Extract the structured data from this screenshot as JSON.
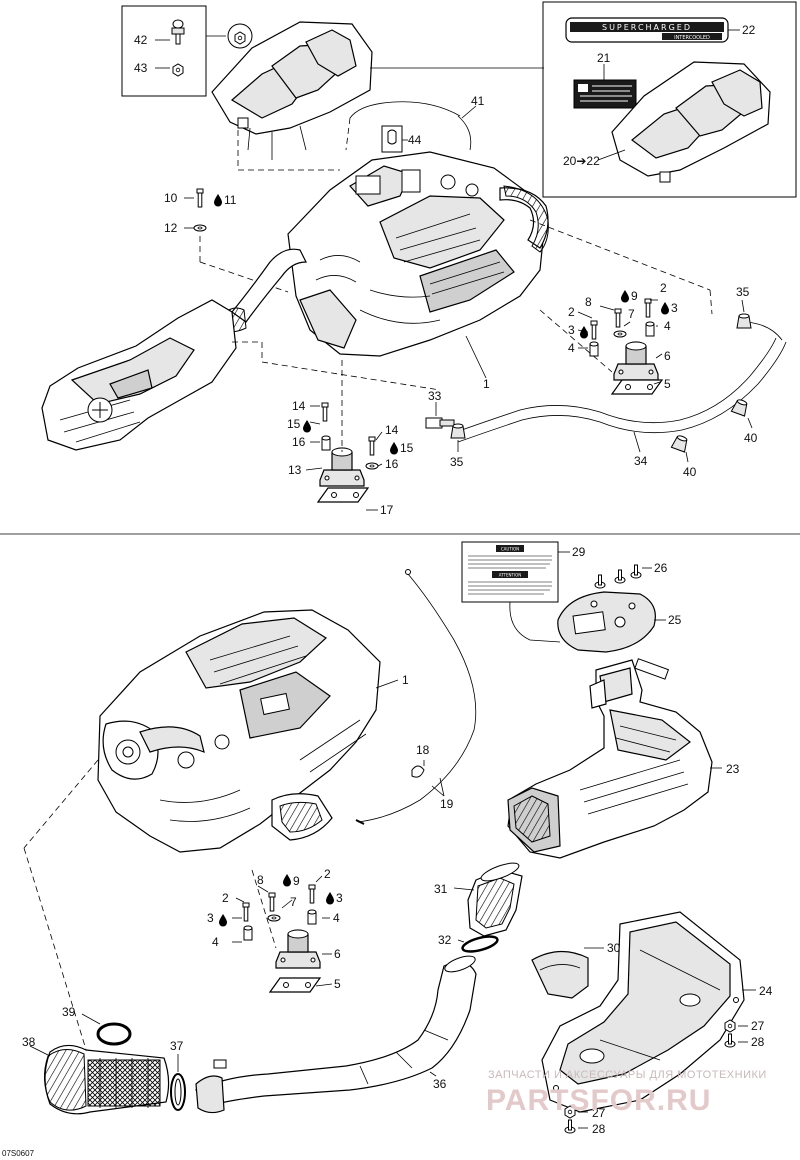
{
  "diagram_code": "07S0607",
  "callouts": {
    "c1a": "1",
    "c1b": "1",
    "c2a": "2",
    "c2b": "2",
    "c2c": "2",
    "c2d": "2",
    "c3a": "3",
    "c3b": "3",
    "c3c": "3",
    "c3d": "3",
    "c4a": "4",
    "c4b": "4",
    "c4c": "4",
    "c4d": "4",
    "c5a": "5",
    "c5b": "5",
    "c6a": "6",
    "c6b": "6",
    "c7a": "7",
    "c7b": "7",
    "c8a": "8",
    "c8b": "8",
    "c9a": "9",
    "c9b": "9",
    "c10": "10",
    "c11": "11",
    "c12": "12",
    "c13": "13",
    "c14a": "14",
    "c14b": "14",
    "c15a": "15",
    "c15b": "15",
    "c16a": "16",
    "c16b": "16",
    "c17": "17",
    "c18": "18",
    "c19": "19",
    "c20_22": "20➔22",
    "c21": "21",
    "c22": "22",
    "c23": "23",
    "c24": "24",
    "c25": "25",
    "c26": "26",
    "c27a": "27",
    "c27b": "27",
    "c28a": "28",
    "c28b": "28",
    "c29": "29",
    "c30": "30",
    "c31": "31",
    "c32": "32",
    "c33": "33",
    "c34": "34",
    "c35a": "35",
    "c35b": "35",
    "c36": "36",
    "c37": "37",
    "c38": "38",
    "c39": "39",
    "c40a": "40",
    "c40b": "40",
    "c41": "41",
    "c42": "42",
    "c43": "43",
    "c44": "44"
  },
  "decal_text": {
    "supercharged": "SUPERCHARGED",
    "intercooled": "INTERCOOLED",
    "caution_title": "CAUTION",
    "attention_title": "ATTENTION"
  },
  "watermark": {
    "top_line": "ЗАПЧАСТИ И АКСЕССУАРЫ ДЛЯ МОТОТЕХНИКИ",
    "brand": "PARTSFOR.RU"
  },
  "icons": [
    "oil-drop-icon",
    "arrow-icon"
  ]
}
